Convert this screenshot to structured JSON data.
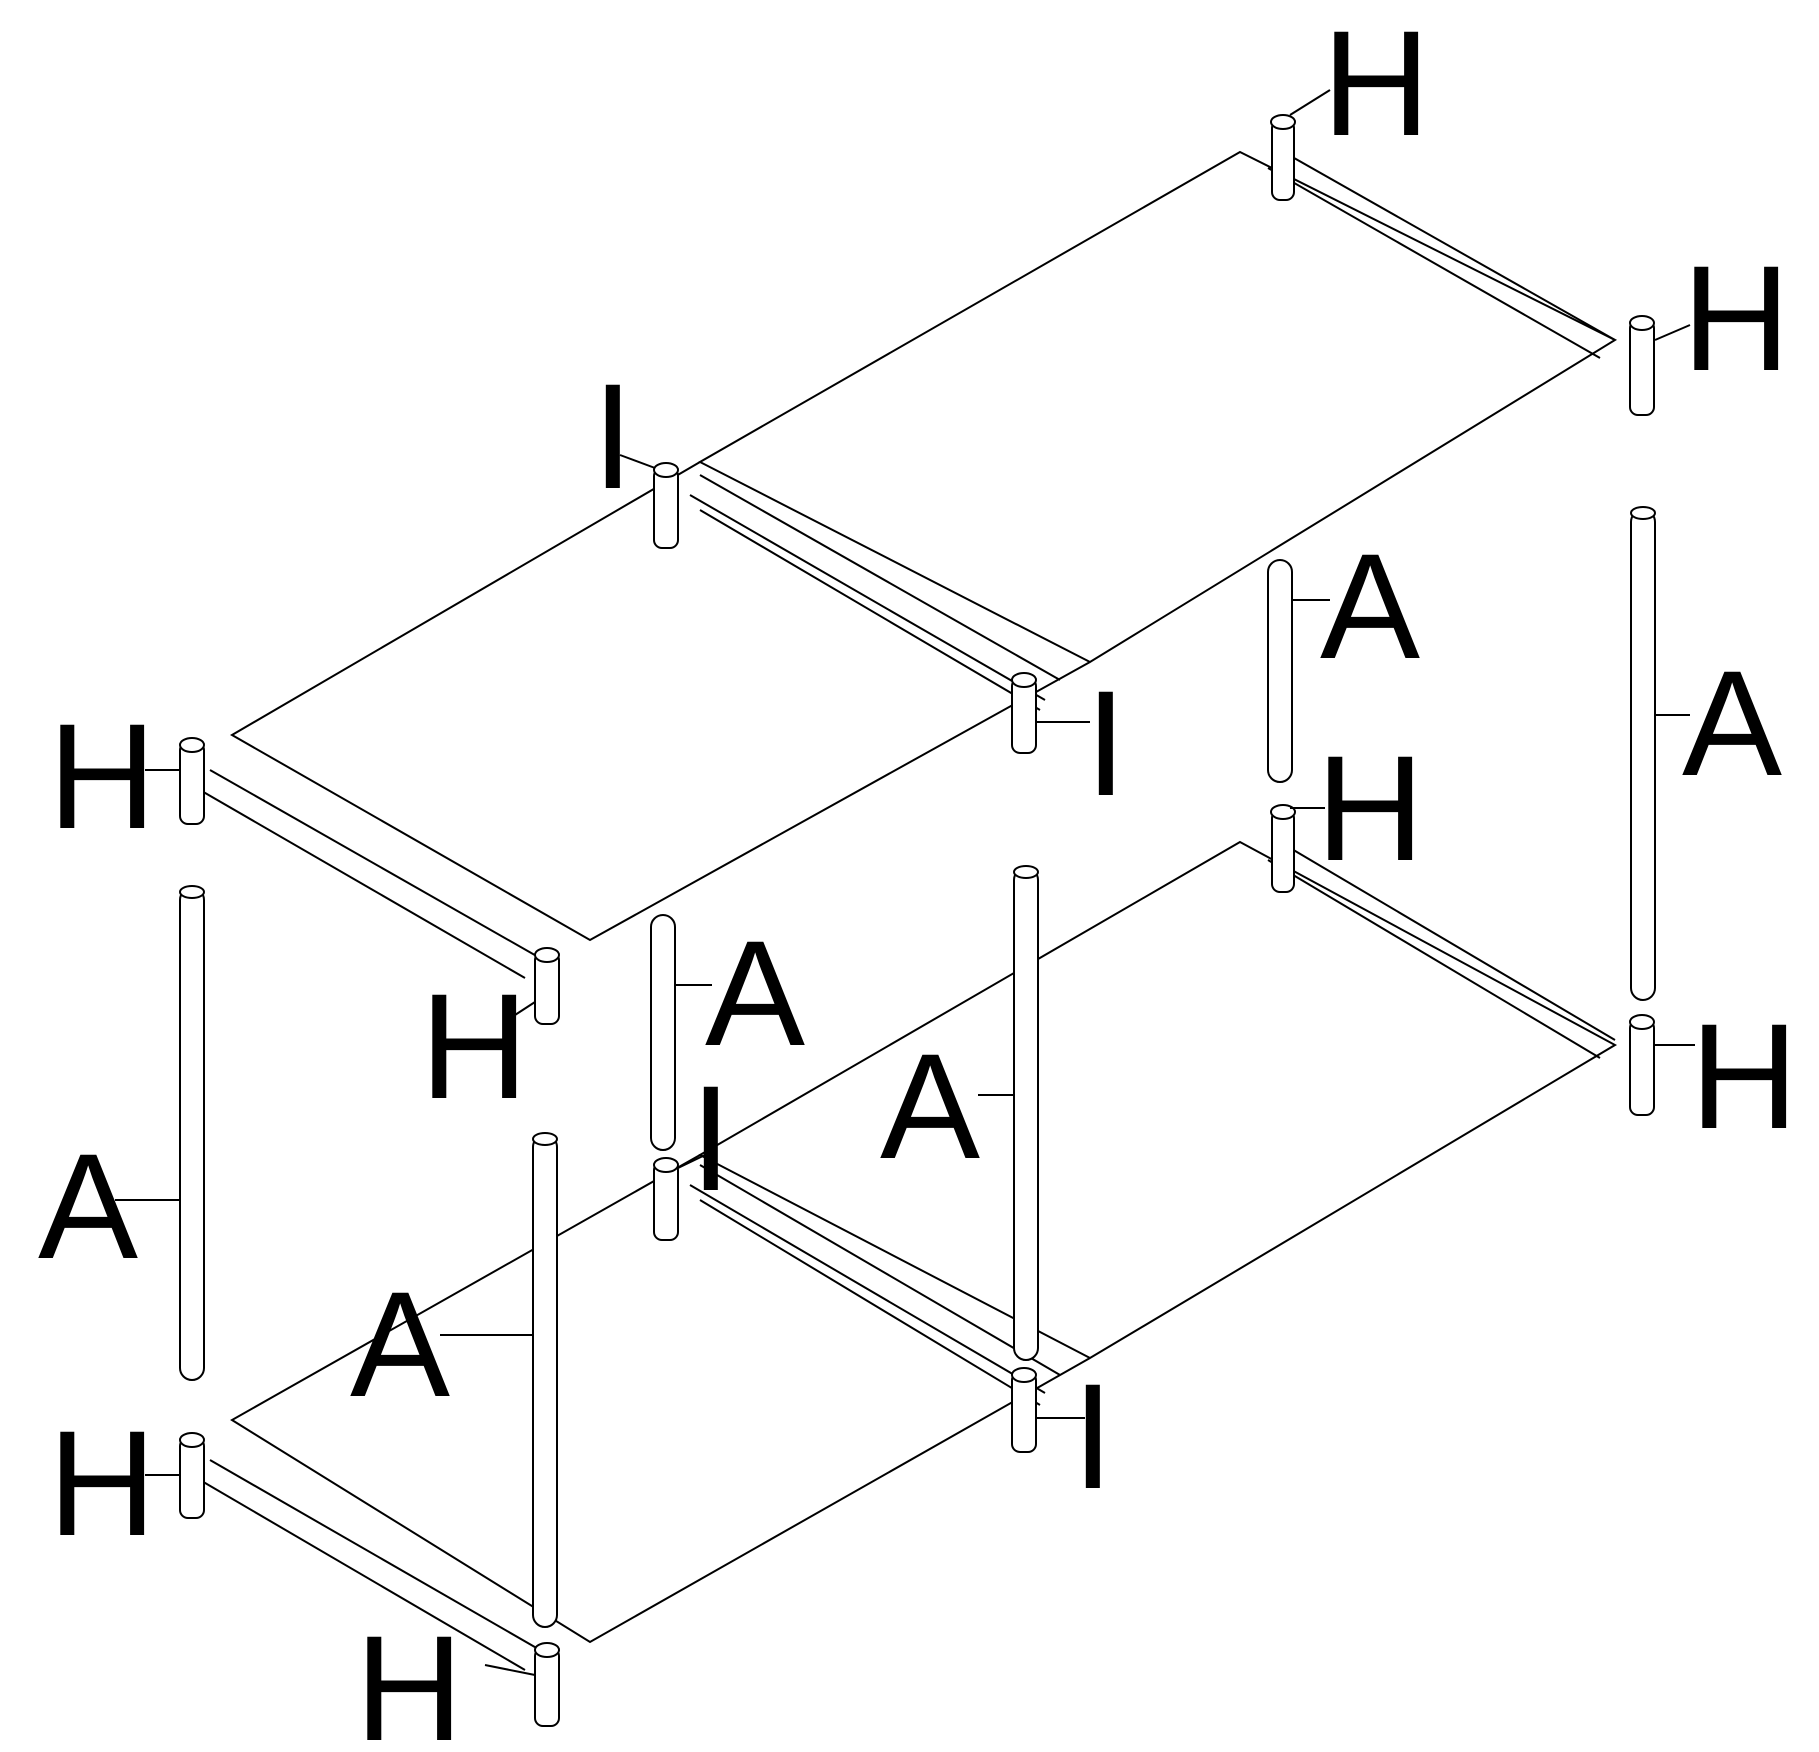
{
  "diagram": {
    "part_labels": {
      "connector_corner": "H",
      "connector_middle": "I",
      "support_pole": "A"
    },
    "labels": [
      {
        "id": "h-top-back",
        "text": "H"
      },
      {
        "id": "h-top-right",
        "text": "H"
      },
      {
        "id": "i-top-mid-back",
        "text": "I"
      },
      {
        "id": "i-top-mid-front",
        "text": "I"
      },
      {
        "id": "h-top-left",
        "text": "H"
      },
      {
        "id": "h-top-front",
        "text": "H"
      },
      {
        "id": "a-back-mid",
        "text": "A"
      },
      {
        "id": "a-right",
        "text": "A"
      },
      {
        "id": "a-center-left",
        "text": "A"
      },
      {
        "id": "a-center",
        "text": "A"
      },
      {
        "id": "a-left",
        "text": "A"
      },
      {
        "id": "a-front",
        "text": "A"
      },
      {
        "id": "h-low-back",
        "text": "H"
      },
      {
        "id": "h-low-right",
        "text": "H"
      },
      {
        "id": "i-low-mid-back",
        "text": "I"
      },
      {
        "id": "i-low-mid-front",
        "text": "I"
      },
      {
        "id": "h-low-left",
        "text": "H"
      },
      {
        "id": "h-low-front",
        "text": "H"
      }
    ]
  }
}
